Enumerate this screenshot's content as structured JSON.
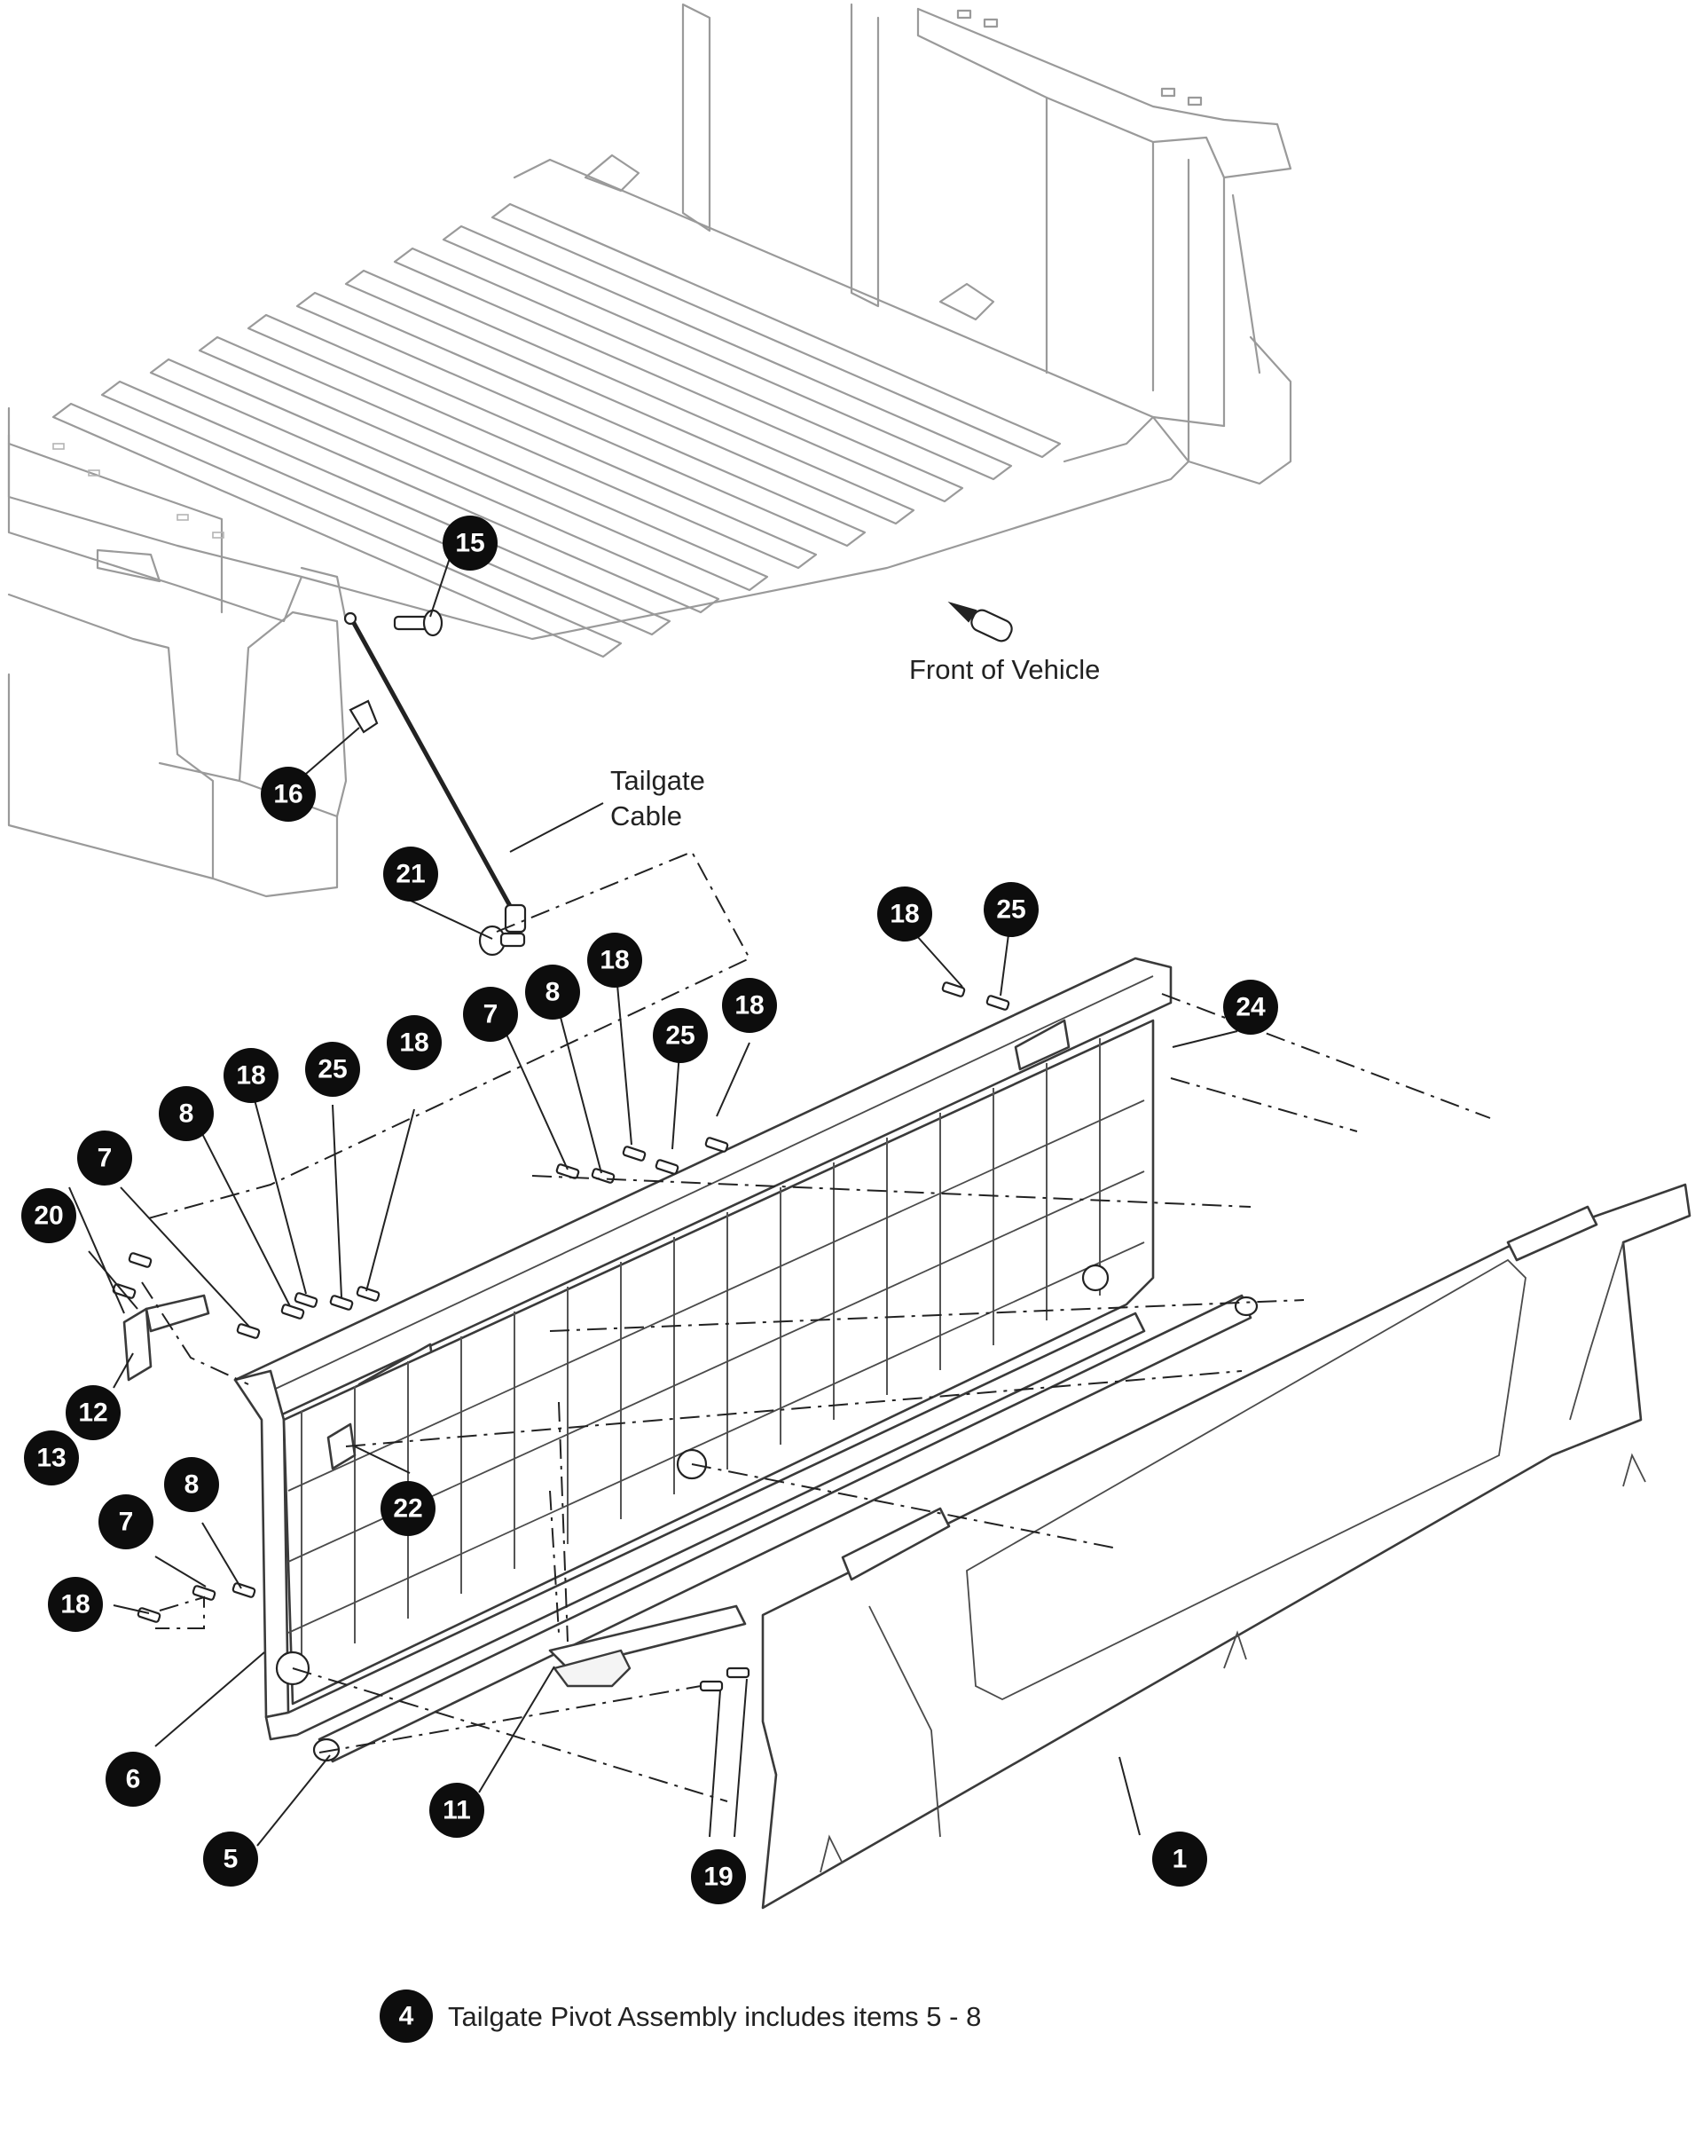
{
  "diagram": {
    "callouts": [
      {
        "id": "c15",
        "text": "15"
      },
      {
        "id": "c16",
        "text": "16"
      },
      {
        "id": "c21",
        "text": "21"
      },
      {
        "id": "c18a",
        "text": "18"
      },
      {
        "id": "c25a",
        "text": "25"
      },
      {
        "id": "c24",
        "text": "24"
      },
      {
        "id": "c7a",
        "text": "7"
      },
      {
        "id": "c8a",
        "text": "8"
      },
      {
        "id": "c18b",
        "text": "18"
      },
      {
        "id": "c25b",
        "text": "25"
      },
      {
        "id": "c18c",
        "text": "18"
      },
      {
        "id": "c18d",
        "text": "18"
      },
      {
        "id": "c25c",
        "text": "25"
      },
      {
        "id": "c18e",
        "text": "18"
      },
      {
        "id": "c8b",
        "text": "8"
      },
      {
        "id": "c7b",
        "text": "7"
      },
      {
        "id": "c20",
        "text": "20"
      },
      {
        "id": "c12",
        "text": "12"
      },
      {
        "id": "c13",
        "text": "13"
      },
      {
        "id": "c22",
        "text": "22"
      },
      {
        "id": "c8c",
        "text": "8"
      },
      {
        "id": "c7c",
        "text": "7"
      },
      {
        "id": "c18f",
        "text": "18"
      },
      {
        "id": "c6",
        "text": "6"
      },
      {
        "id": "c5",
        "text": "5"
      },
      {
        "id": "c11",
        "text": "11"
      },
      {
        "id": "c19",
        "text": "19"
      },
      {
        "id": "c1",
        "text": "1"
      }
    ],
    "labels": {
      "front_of_vehicle": "Front of Vehicle",
      "tailgate_cable_line1": "Tailgate",
      "tailgate_cable_line2": "Cable"
    },
    "footnote": {
      "number": "4",
      "text": "Tailgate Pivot Assembly includes items 5 - 8"
    }
  }
}
